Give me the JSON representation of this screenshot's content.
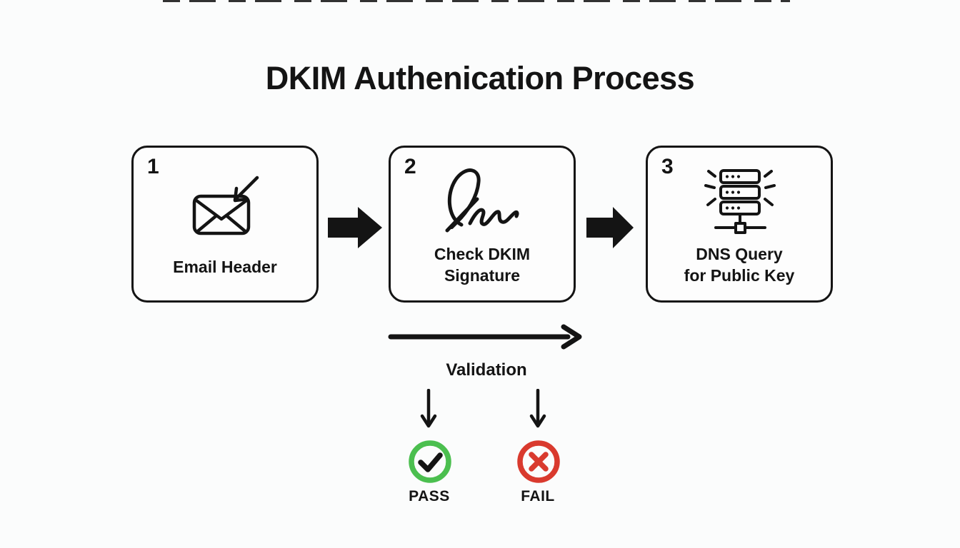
{
  "title": "DKIM Authenication Process",
  "steps": [
    {
      "number": "1",
      "icon": "email-incoming-icon",
      "label_lines": [
        "Email Header",
        ""
      ]
    },
    {
      "number": "2",
      "icon": "signature-icon",
      "label_lines": [
        "Check DKIM",
        "Signature"
      ]
    },
    {
      "number": "3",
      "icon": "server-stack-icon",
      "label_lines": [
        "DNS Query",
        "for Public Key"
      ]
    }
  ],
  "flow": {
    "validation_label": "Validation"
  },
  "outcomes": [
    {
      "label": "PASS",
      "icon": "check-circle-icon",
      "color": "#4bbf4f",
      "mark_color": "#141414"
    },
    {
      "label": "FAIL",
      "icon": "x-circle-icon",
      "color": "#d93a2e",
      "mark_color": "#d93a2e"
    }
  ],
  "colors": {
    "background": "#fbfcfc",
    "ink": "#141414",
    "pass_green": "#4bbf4f",
    "fail_red": "#d93a2e"
  }
}
